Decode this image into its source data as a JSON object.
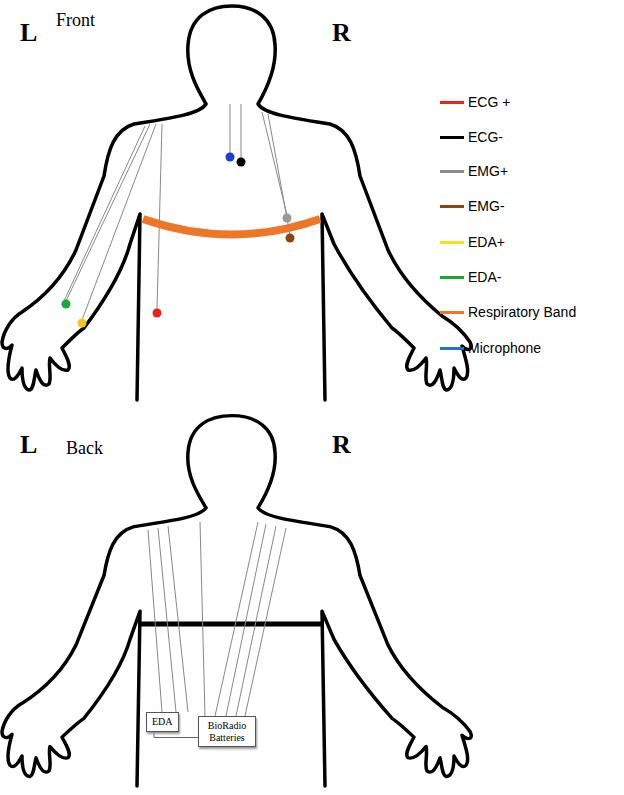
{
  "diagram": {
    "nodes": [
      {
        "text": [
          "EDA"
        ]
      },
      {
        "text": [
          "BioRadio Batteries"
        ]
      }
    ],
    "edges": [
      {
        "from": 0,
        "to": 1,
        "arrow": "none"
      }
    ],
    "labels": [
      "L",
      "Front",
      "R",
      "L",
      "Back",
      "R"
    ],
    "legend": [
      {
        "text": "ECG +",
        "color": "#e8231c"
      },
      {
        "text": "ECG-",
        "color": "#000000"
      },
      {
        "text": "EMG+",
        "color": "#8c8c8c"
      },
      {
        "text": "EMG-",
        "color": "#8b4513"
      },
      {
        "text": "EDA+",
        "color": "#f5e21b"
      },
      {
        "text": "EDA-",
        "color": "#1fa535"
      },
      {
        "text": "Respiratory Band",
        "color": "#ee7628"
      },
      {
        "text": "Microphone",
        "color": "#1e6fd9"
      }
    ]
  }
}
